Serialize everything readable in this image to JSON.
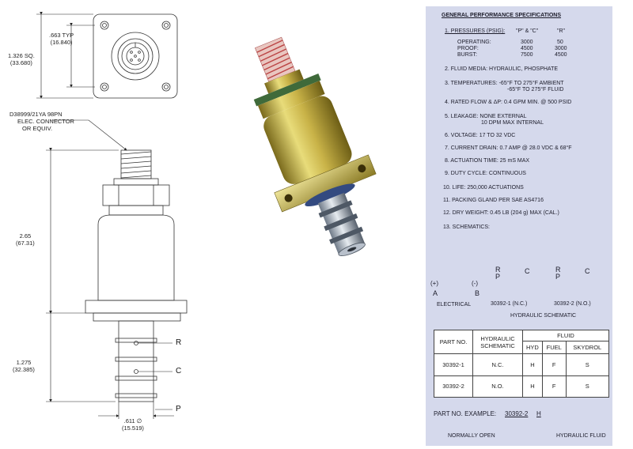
{
  "drawing": {
    "dims": {
      "typ_in": ".663 TYP",
      "typ_mm": "(16.840)",
      "sq_in": "1.326 SQ.",
      "sq_mm": "(33.680)",
      "len_in": "2.65",
      "len_mm": "(67.31)",
      "stem_in": "1.275",
      "stem_mm": "(32.385)",
      "dia_in": ".611 ∅",
      "dia_mm": "(15.519)"
    },
    "connector_note": [
      "D38999/21YA 98PN",
      "ELEC. CONNECTOR",
      "OR EQUIV."
    ],
    "ports": [
      "R",
      "C",
      "P"
    ]
  },
  "specs": {
    "title": "GENERAL PERFORMANCE SPECIFICATIONS",
    "pressures": {
      "label": "1.  PRESSURES (PSIG):",
      "col_pc": "\"P\" & \"C\"",
      "col_r": "\"R\"",
      "rows": [
        {
          "name": "OPERATING:",
          "pc": "3000",
          "r": "50"
        },
        {
          "name": "PROOF:",
          "pc": "4500",
          "r": "3000"
        },
        {
          "name": "BURST:",
          "pc": "7500",
          "r": "4500"
        }
      ]
    },
    "items": [
      "2.  FLUID MEDIA:   HYDRAULIC, PHOSPHATE",
      "3.  TEMPERATURES:  -65°F TO 275°F AMBIENT",
      "-65°F TO 275°F FLUID",
      "4.  RATED FLOW & ΔP:  0.4 GPM MIN. @ 500 PSID",
      "5.  LEAKAGE:  NONE EXTERNAL",
      "10 DPM MAX INTERNAL",
      "6.  VOLTAGE:   17 TO 32 VDC",
      "7.  CURRENT DRAIN:  0.7 AMP @ 28.0 VDC & 68°F",
      "8.  ACTUATION TIME:   25 mS MAX",
      "9.  DUTY CYCLE:  CONTINUOUS",
      "10.  LIFE:  250,000 ACTUATIONS",
      "11.  PACKING GLAND PER SAE AS4716",
      "12.  DRY WEIGHT:  0.45 LB (204 g) MAX (CAL.)",
      "13.  SCHEMATICS:"
    ],
    "schematic": {
      "plus": "(+)",
      "minus": "(-)",
      "a": "A",
      "b": "B",
      "electrical": "ELECTRICAL",
      "nc_label": "30392-1 (N.C.)",
      "no_label": "30392-2 (N.O.)",
      "hydraulic": "HYDRAULIC SCHEMATIC",
      "r": "R",
      "p": "P",
      "c": "C"
    },
    "table": {
      "h_part": "PART NO.",
      "h_schem": "HYDRAULIC SCHEMATIC",
      "h_fluid": "FLUID",
      "h_hyd": "HYD",
      "h_fuel": "FUEL",
      "h_sky": "SKYDROL",
      "rows": [
        {
          "part": "30392-1",
          "schem": "N.C.",
          "hyd": "H",
          "fuel": "F",
          "sky": "S"
        },
        {
          "part": "30392-2",
          "schem": "N.O.",
          "hyd": "H",
          "fuel": "F",
          "sky": "S"
        }
      ]
    },
    "example": {
      "label": "PART NO. EXAMPLE:",
      "code": "30392-2",
      "suffix": "H",
      "normally_open": "NORMALLY OPEN",
      "hydraulic_fluid": "HYDRAULIC FLUID"
    }
  }
}
